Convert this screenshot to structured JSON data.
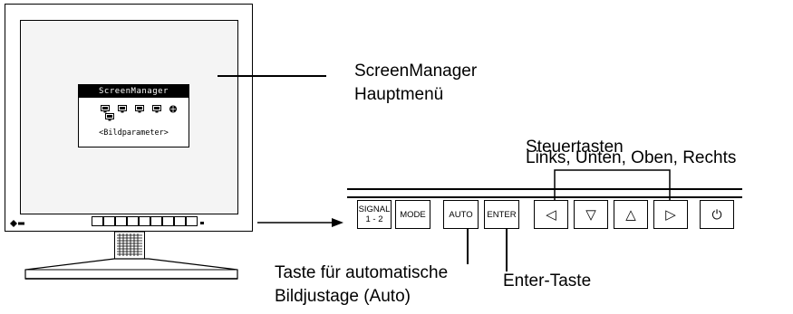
{
  "monitor": {
    "osd_title": "ScreenManager",
    "osd_caption": "<Bildparameter>",
    "osd_icons": [
      "monitor-icon",
      "monitor-icon",
      "monitor-icon",
      "monitor-icon",
      "globe-icon",
      "monitor-icon"
    ]
  },
  "callouts": {
    "screenmanager_line1": "ScreenManager",
    "screenmanager_line2": "Hauptmenü",
    "control_keys_title": "Steuertasten",
    "control_keys_dirs": "Links, Unten, Oben, Rechts",
    "auto_line1": "Taste für automatische",
    "auto_line2": "Bildjustage (Auto)",
    "enter_key": "Enter-Taste"
  },
  "panel": {
    "signal_label_1": "SIGNAL",
    "signal_label_2": "1 - 2",
    "mode_label": "MODE",
    "auto_label": "AUTO",
    "enter_label": "ENTER",
    "left_symbol": "◁",
    "down_symbol": "▽",
    "up_symbol": "△",
    "right_symbol": "▷",
    "power_symbol": "⏻"
  },
  "colors": {
    "line": "#000000",
    "screen": "#f4f4f4"
  }
}
